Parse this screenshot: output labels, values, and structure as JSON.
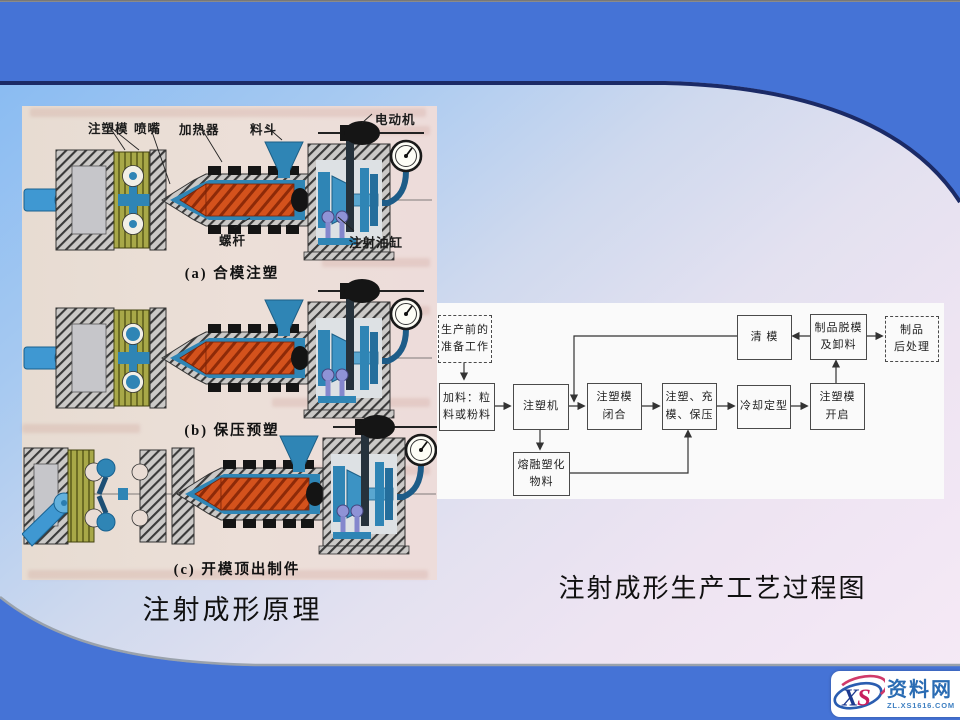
{
  "slide": {
    "left_figure": {
      "title": "注射成形原理",
      "labels": {
        "mold": "注塑模",
        "nozzle": "喷嘴",
        "heater": "加热器",
        "hopper": "料斗",
        "motor": "电动机",
        "screw": "螺杆",
        "injection_cylinder": "注射油缸"
      },
      "captions": {
        "a": "(a) 合模注塑",
        "b": "(b) 保压预塑",
        "c": "(c) 开模顶出制件"
      }
    },
    "flowchart": {
      "title": "注射成形生产工艺过程图",
      "boxes": [
        {
          "id": "prep",
          "label": "生产前的\n准备工作",
          "style": "dashed"
        },
        {
          "id": "feed",
          "label": "加料：粒\n料或粉料",
          "style": "solid"
        },
        {
          "id": "machine",
          "label": "注塑机",
          "style": "solid"
        },
        {
          "id": "close",
          "label": "注塑模\n闭合",
          "style": "solid"
        },
        {
          "id": "inject",
          "label": "注塑、充\n模、保压",
          "style": "solid"
        },
        {
          "id": "cool",
          "label": "冷却定型",
          "style": "solid"
        },
        {
          "id": "open",
          "label": "注塑模\n开启",
          "style": "solid"
        },
        {
          "id": "clean",
          "label": "清 模",
          "style": "solid"
        },
        {
          "id": "demold",
          "label": "制品脱模\n及卸料",
          "style": "solid"
        },
        {
          "id": "post",
          "label": "制品\n后处理",
          "style": "dashed"
        },
        {
          "id": "melt",
          "label": "熔融塑化\n物料",
          "style": "solid"
        }
      ]
    },
    "watermark": {
      "logo_x": "X",
      "logo_s": "S",
      "name": "资料网",
      "url": "ZL.XS1616.COM"
    },
    "colors": {
      "band_blue": "#4573d6",
      "band_navy": "#1b2a66",
      "bottom_edge": "#9aa2ac",
      "paper": "#e9ddd4",
      "steel_blue": "#2f85b5",
      "screw_orange": "#d4521c",
      "mold_olive": "#a8a848",
      "wm_blue": "#2a6cb3",
      "wm_red": "#c81e5e"
    }
  }
}
